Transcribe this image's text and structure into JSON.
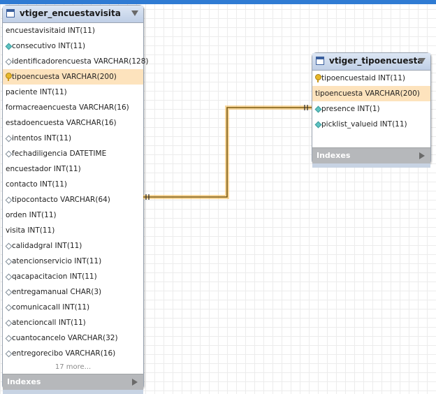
{
  "tables": [
    {
      "name": "vtiger_encuestavisita",
      "columns": [
        {
          "text": "encuestavisitaid INT(11)",
          "icon": "none"
        },
        {
          "text": "consecutivo INT(11)",
          "icon": "filled-diamond"
        },
        {
          "text": "identificadorencuesta VARCHAR(128)",
          "icon": "diamond"
        },
        {
          "text": "tipoencuesta VARCHAR(200)",
          "icon": "key",
          "highlight": true
        },
        {
          "text": "paciente INT(11)",
          "icon": "none"
        },
        {
          "text": "formacreaencuesta VARCHAR(16)",
          "icon": "none"
        },
        {
          "text": "estadoencuesta VARCHAR(16)",
          "icon": "none"
        },
        {
          "text": "intentos INT(11)",
          "icon": "diamond"
        },
        {
          "text": "fechadiligencia DATETIME",
          "icon": "diamond"
        },
        {
          "text": "encuestador INT(11)",
          "icon": "none"
        },
        {
          "text": "contacto INT(11)",
          "icon": "none"
        },
        {
          "text": "tipocontacto VARCHAR(64)",
          "icon": "diamond"
        },
        {
          "text": "orden INT(11)",
          "icon": "none"
        },
        {
          "text": "visita INT(11)",
          "icon": "none"
        },
        {
          "text": "calidadgral INT(11)",
          "icon": "diamond"
        },
        {
          "text": "atencionservicio INT(11)",
          "icon": "diamond"
        },
        {
          "text": "qacapacitacion INT(11)",
          "icon": "diamond"
        },
        {
          "text": "entregamanual CHAR(3)",
          "icon": "diamond"
        },
        {
          "text": "comunicacall INT(11)",
          "icon": "diamond"
        },
        {
          "text": "atencioncall INT(11)",
          "icon": "diamond"
        },
        {
          "text": "cuantocancelo VARCHAR(32)",
          "icon": "diamond"
        },
        {
          "text": "entregorecibo VARCHAR(16)",
          "icon": "diamond"
        }
      ],
      "more_label": "17 more...",
      "indexes_label": "Indexes"
    },
    {
      "name": "vtiger_tipoencuesta",
      "columns": [
        {
          "text": "tipoencuestaid INT(11)",
          "icon": "key"
        },
        {
          "text": "tipoencuesta VARCHAR(200)",
          "icon": "none",
          "highlight": true
        },
        {
          "text": "presence INT(1)",
          "icon": "filled-diamond"
        },
        {
          "text": "picklist_valueid INT(11)",
          "icon": "filled-diamond"
        }
      ],
      "indexes_label": "Indexes"
    }
  ],
  "colors": {
    "relationship_line": "#7a5a10",
    "relationship_glow": "#f3b64a",
    "highlight_row": "#fde3bd",
    "header": "#c9d7ea",
    "indexes_bar": "#b6b8bb"
  }
}
